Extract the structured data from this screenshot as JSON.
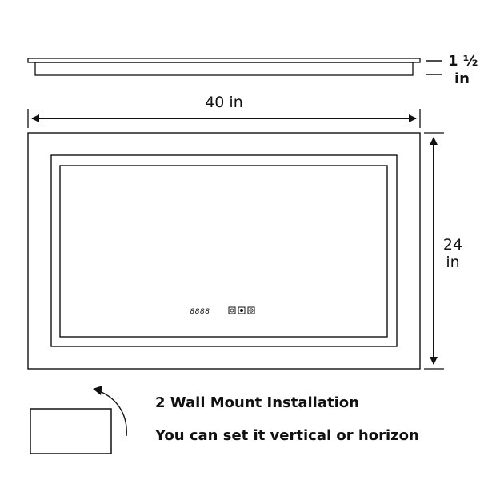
{
  "thickness": {
    "value": "1 ½",
    "unit": "in"
  },
  "width": {
    "label": "40 in"
  },
  "height": {
    "value": "24",
    "unit": "in"
  },
  "panel": {
    "clock": "8888",
    "icons": [
      "defog-icon",
      "brightness-icon",
      "color-temp-icon"
    ]
  },
  "install": {
    "line1": "2 Wall Mount Installation",
    "line2": "You can set it vertical or horizon"
  },
  "colors": {
    "stroke": "#111111",
    "background": "#ffffff"
  }
}
